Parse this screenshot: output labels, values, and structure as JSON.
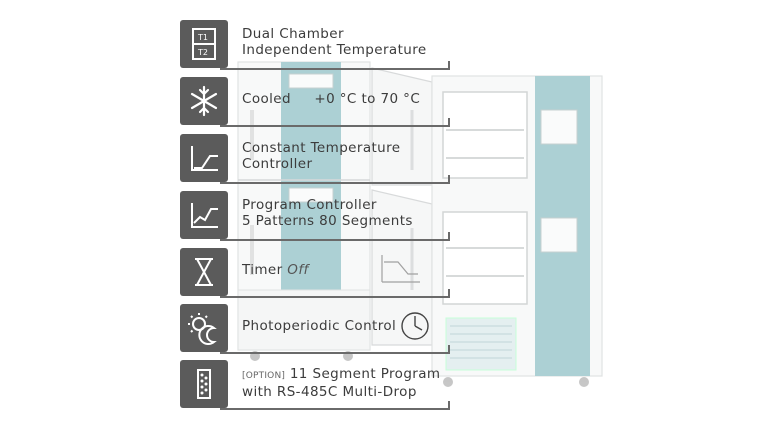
{
  "features": [
    {
      "id": "dual-chamber",
      "icon": "dual-chamber-icon",
      "lines": [
        "Dual Chamber",
        "Independent Temperature"
      ]
    },
    {
      "id": "cooled",
      "icon": "snowflake-icon",
      "label": "Cooled",
      "range": "+0 °C to 70 °C"
    },
    {
      "id": "constant-temperature",
      "icon": "constant-temperature-curve-icon",
      "lines": [
        "Constant Temperature",
        "Controller"
      ]
    },
    {
      "id": "program-controller",
      "icon": "program-curve-icon",
      "lines": [
        "Program Controller",
        "5 Patterns 80 Segments"
      ]
    },
    {
      "id": "timer",
      "icon": "hourglass-icon",
      "label": "Timer",
      "value": "Off"
    },
    {
      "id": "photoperiodic",
      "icon": "sun-moon-icon",
      "label": "Photoperiodic Control"
    },
    {
      "id": "option-program",
      "icon": "serial-port-icon",
      "tag": "[OPTION]",
      "line1": "11 Segment Program",
      "line2": "with RS-485C Multi-Drop"
    }
  ],
  "colors": {
    "icon_bg": "#5b5b5b",
    "text": "#3c3c3c",
    "cabinet_teal": "#6aabb1",
    "cabinet_white": "#f4f5f5"
  },
  "product_image": "dual-chamber-incubator-illustration"
}
